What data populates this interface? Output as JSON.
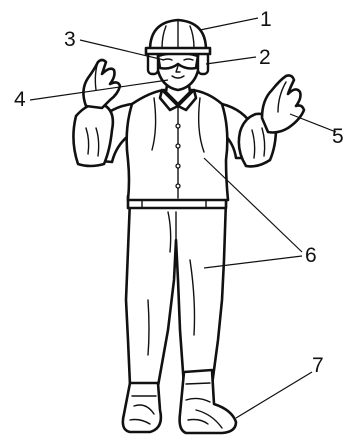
{
  "diagram": {
    "callouts": [
      {
        "id": "1",
        "label": "1",
        "target": "helmet"
      },
      {
        "id": "2",
        "label": "2",
        "target": "ear-protection"
      },
      {
        "id": "3",
        "label": "3",
        "target": "safety-goggles"
      },
      {
        "id": "4",
        "label": "4",
        "target": "face-neck"
      },
      {
        "id": "5",
        "label": "5",
        "target": "gloves"
      },
      {
        "id": "6",
        "label": "6",
        "target": "overalls"
      },
      {
        "id": "7",
        "label": "7",
        "target": "safety-boots"
      }
    ]
  },
  "colors": {
    "ink": "#111111",
    "background": "#ffffff"
  }
}
